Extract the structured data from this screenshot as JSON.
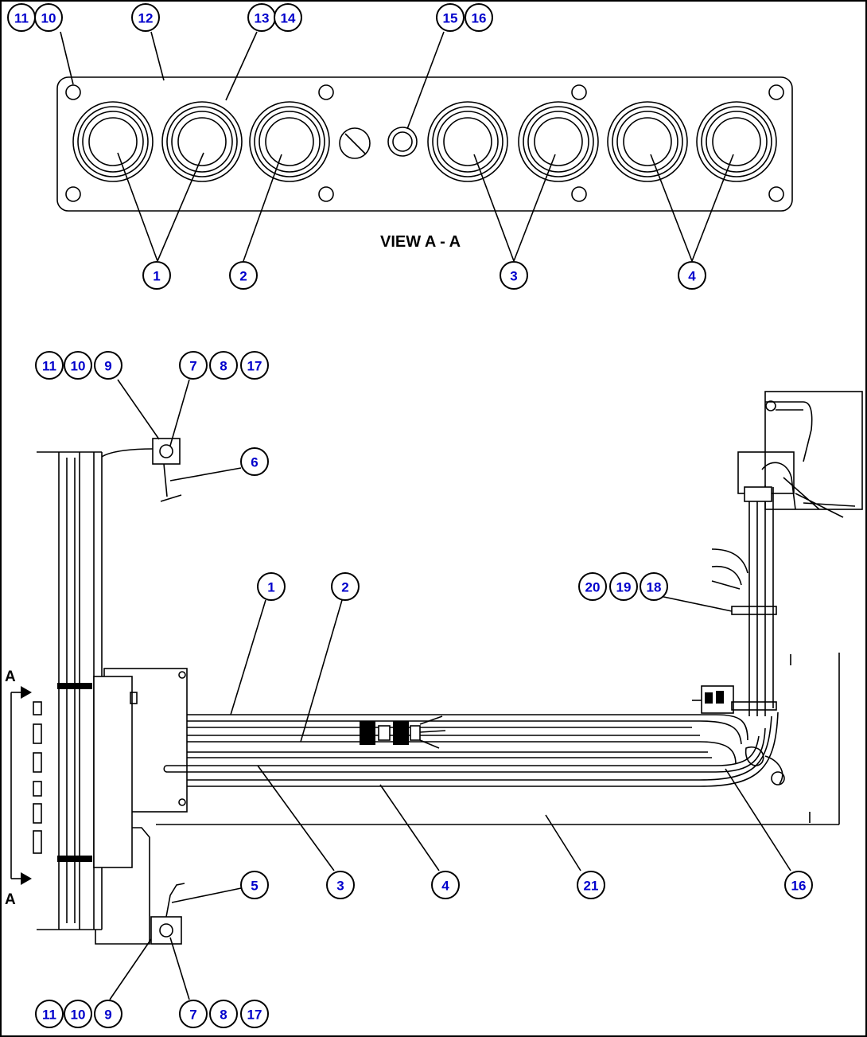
{
  "caption": "VIEW A - A",
  "section_marks": {
    "top": "A",
    "bottom": "A"
  },
  "top_view": {
    "callouts": [
      "11",
      "10",
      "12",
      "13",
      "14",
      "15",
      "16",
      "1",
      "2",
      "3",
      "4"
    ]
  },
  "main_view": {
    "callouts": [
      "11",
      "10",
      "9",
      "7",
      "8",
      "17",
      "6",
      "1",
      "2",
      "20",
      "19",
      "18",
      "5",
      "3",
      "4",
      "21",
      "16",
      "11",
      "10",
      "9",
      "7",
      "8",
      "17"
    ]
  }
}
